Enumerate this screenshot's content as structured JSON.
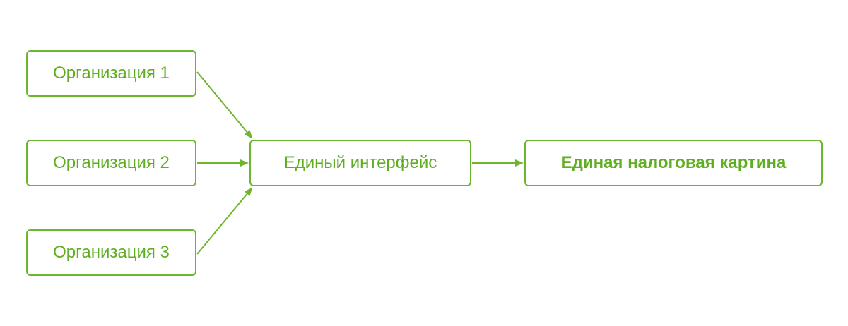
{
  "colors": {
    "accent": "#6cb52d",
    "text": "#5fae22",
    "background": "#ffffff"
  },
  "nodes": {
    "org1": "Организация 1",
    "org2": "Организация 2",
    "org3": "Организация 3",
    "interface": "Единый интерфейс",
    "result": "Единая налоговая картина"
  },
  "edges": [
    {
      "from": "org1",
      "to": "interface"
    },
    {
      "from": "org2",
      "to": "interface"
    },
    {
      "from": "org3",
      "to": "interface"
    },
    {
      "from": "interface",
      "to": "result"
    }
  ]
}
